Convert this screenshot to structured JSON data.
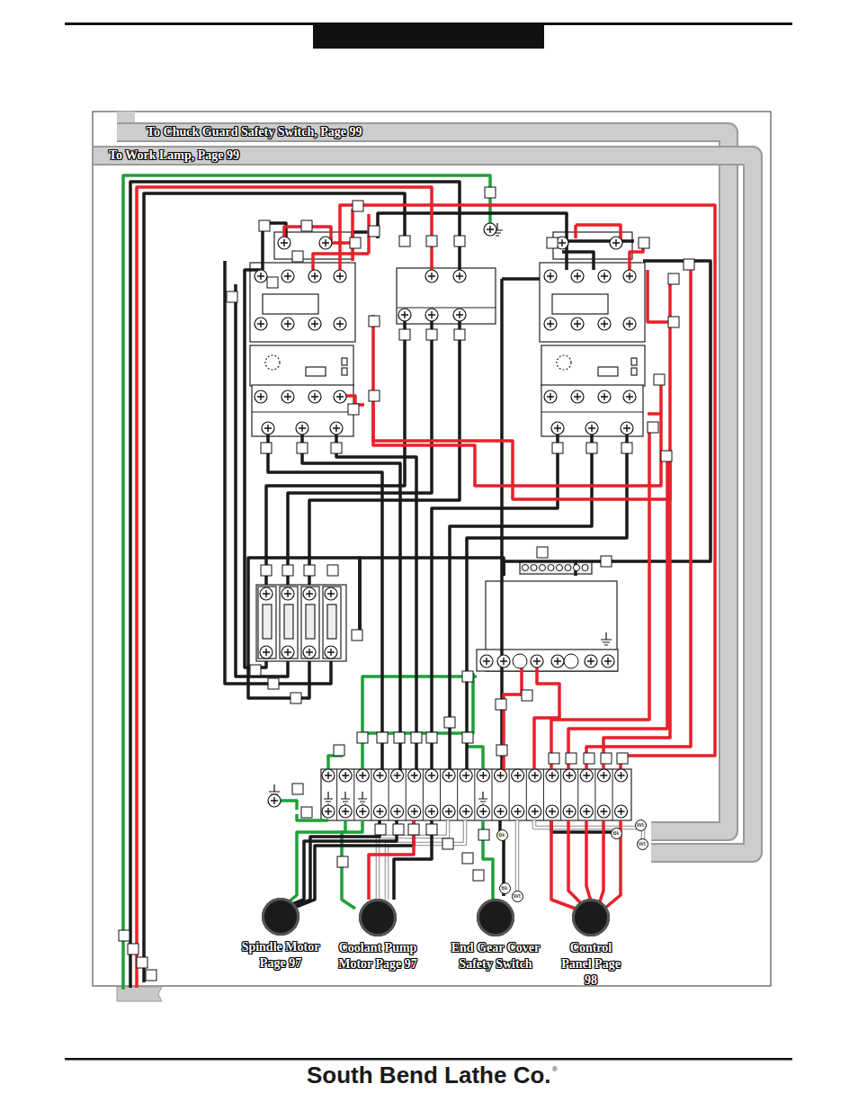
{
  "diagram": {
    "nodes": [
      {
        "text": [
          "To Chuck Guard Safety Switch, Page 99"
        ]
      },
      {
        "text": [
          "To Work Lamp, Page 99"
        ]
      },
      {
        "text": [
          "Wt"
        ]
      },
      {
        "text": [
          "Bk"
        ]
      },
      {
        "text": [
          "Wt"
        ]
      },
      {
        "text": [
          "Bk"
        ]
      },
      {
        "text": [
          "Bk"
        ]
      },
      {
        "text": [
          "Wt"
        ]
      },
      {
        "text": [
          "Spindle Motor Page 97"
        ]
      },
      {
        "text": [
          "Coolant Pump Motor Page 97"
        ]
      },
      {
        "text": [
          "End Gear Cover Safety Switch"
        ]
      },
      {
        "text": [
          "Control Panel Page 98"
        ]
      }
    ],
    "labels": [
      "South Bend Lathe Co.",
      "®"
    ]
  }
}
